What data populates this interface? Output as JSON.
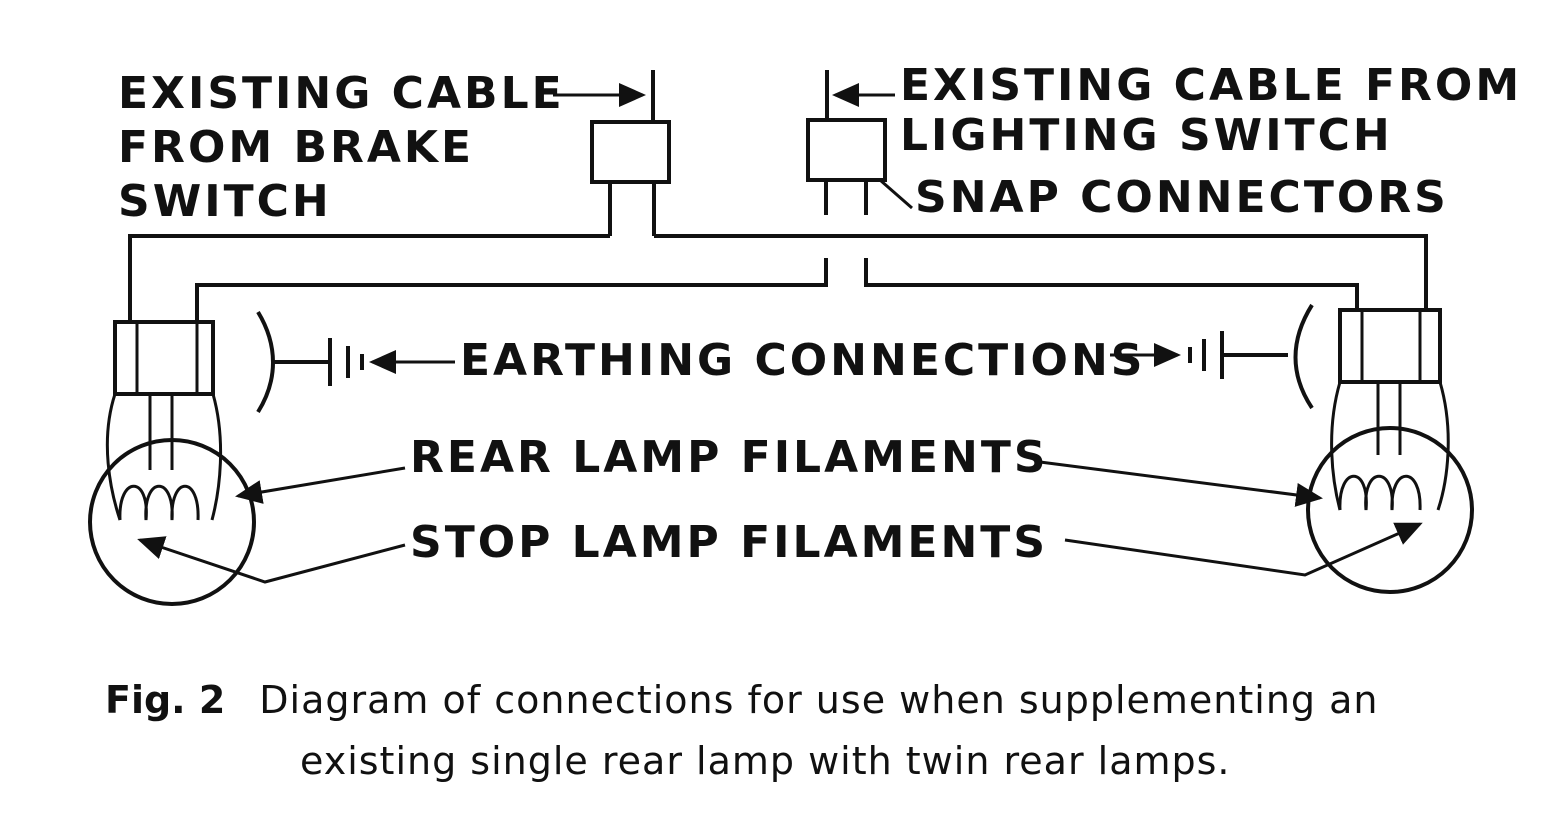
{
  "labels": {
    "brake_line1": "EXISTING CABLE",
    "brake_line2": "FROM BRAKE",
    "brake_line3": "SWITCH",
    "lighting_line1": "EXISTING CABLE FROM",
    "lighting_line2": "LIGHTING SWITCH",
    "snap": "SNAP CONNECTORS",
    "earthing": "EARTHING CONNECTIONS",
    "rear": "REAR LAMP FILAMENTS",
    "stop": "STOP LAMP FILAMENTS"
  },
  "caption": {
    "fig": "Fig. 2",
    "line1": "Diagram of connections for use when supplementing an",
    "line2": "existing single rear lamp with twin rear lamps."
  }
}
